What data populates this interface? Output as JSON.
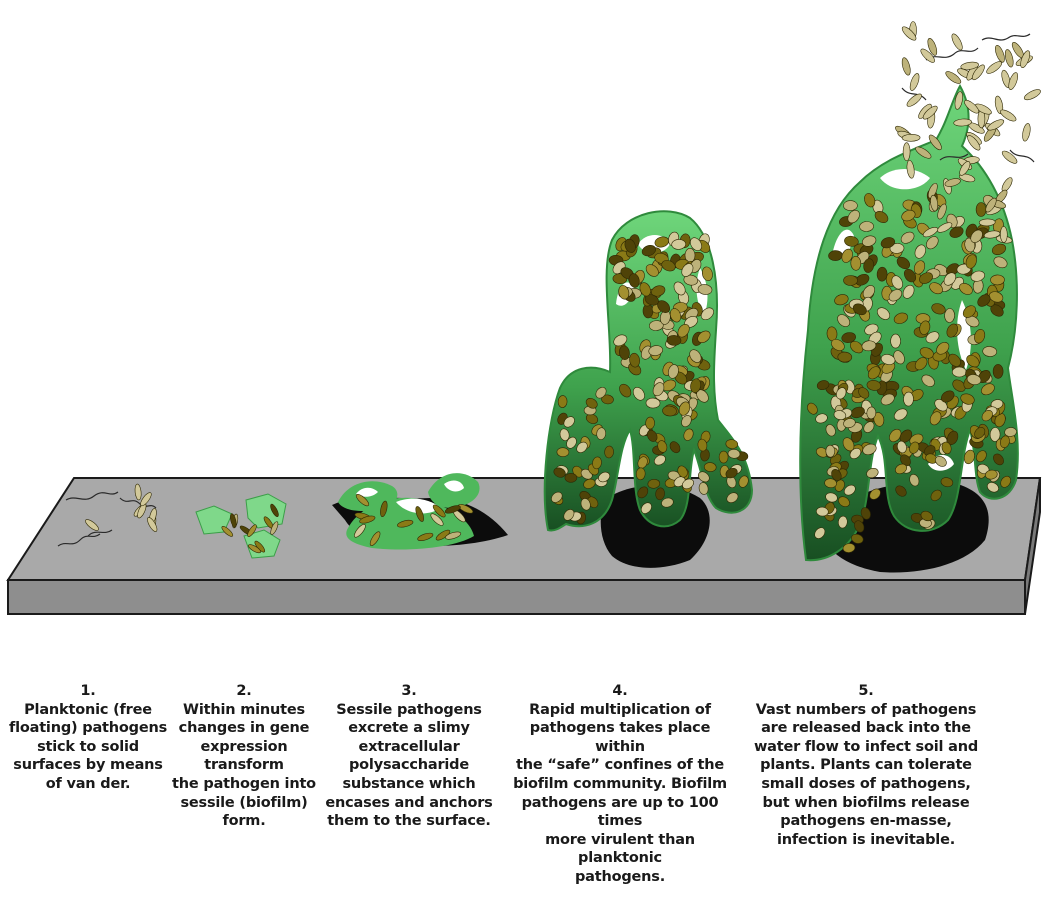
{
  "colors": {
    "slab_top": "#a9a9a9",
    "slab_front": "#8e8e8e",
    "slab_outline": "#1a1a1a",
    "biofilm_light": "#9fe8a6",
    "biofilm_mid": "#5fc46a",
    "biofilm_dark": "#1f5f2a",
    "cell_olive": "#8a7a16",
    "cell_dark": "#4f4308",
    "cell_cream": "#d2c99a",
    "shadow": "#0c0c0c"
  },
  "stages": [
    {
      "number": "1.",
      "text": "Planktonic (free\nfloating) pathogens\nstick to solid\nsurfaces by means\nof van der."
    },
    {
      "number": "2.",
      "text": "Within minutes\nchanges in gene\nexpression\ntransform\nthe pathogen into\nsessile (biofilm)\nform."
    },
    {
      "number": "3.",
      "text": "Sessile pathogens\nexcrete a slimy\nextracellular\npolysaccharide\nsubstance which\nencases and anchors\nthem to the surface."
    },
    {
      "number": "4.",
      "text": "Rapid multiplication of\npathogens takes place within\nthe “safe” confines of the\nbiofilm community. Biofilm\npathogens are up to 100 times\nmore virulent than planktonic\npathogens."
    },
    {
      "number": "5.",
      "text": "Vast numbers of pathogens\nare released back into the\nwater flow to infect soil and\nplants. Plants can tolerate\nsmall doses of pathogens,\nbut when biofilms release\npathogens en-masse,\ninfection is inevitable."
    }
  ]
}
